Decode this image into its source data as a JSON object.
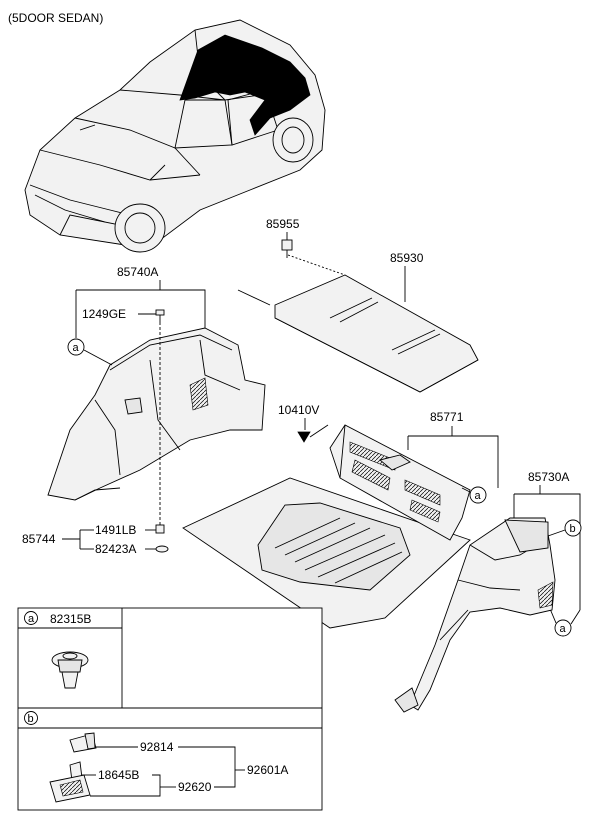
{
  "header": {
    "variant": "(5DOOR SEDAN)"
  },
  "parts": {
    "p85955": "85955",
    "p85930": "85930",
    "p85740A": "85740A",
    "p1249GE": "1249GE",
    "p10410V": "10410V",
    "p85771": "85771",
    "p85730A": "85730A",
    "p85744": "85744",
    "p1491LB": "1491LB",
    "p82423A": "82423A"
  },
  "callouts": {
    "a": "a",
    "b": "b"
  },
  "legend": {
    "a": {
      "key": "a",
      "part": "82315B"
    },
    "b": {
      "key": "b",
      "p92814": "92814",
      "p18645B": "18645B",
      "p92620": "92620",
      "p92601A": "92601A"
    }
  }
}
